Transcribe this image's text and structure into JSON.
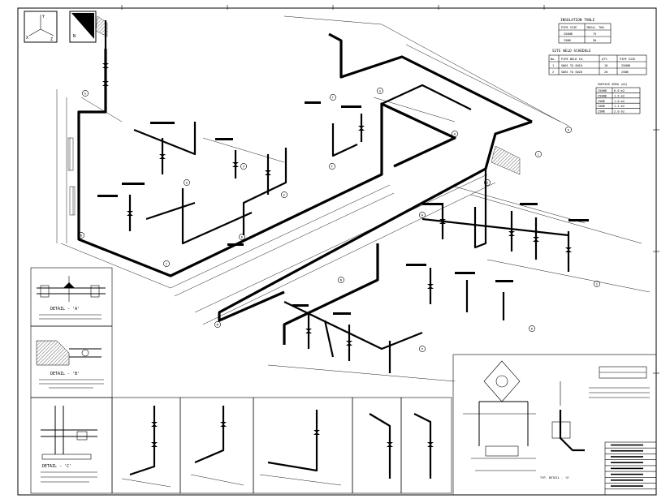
{
  "insulation_table": {
    "title": "INSULATION TABLE",
    "headers": [
      "PIPE SIZE",
      "INSUL. THK."
    ],
    "rows": [
      [
        "250NB",
        "75"
      ],
      [
        "25NB",
        "50"
      ]
    ]
  },
  "field_weld_schedule": {
    "title": "SITE WELD SCHEDULE",
    "headers": [
      "No.",
      "PIPE WELD ID.",
      "QTY.",
      "PIPE SIZE"
    ],
    "rows": [
      [
        "1",
        "SW01 TO SW10",
        "10",
        "250NB"
      ],
      [
        "2",
        "SW01 TO SW20",
        "20",
        "25NB"
      ]
    ]
  },
  "surface_area_table": {
    "title": "SURFACE AREA (m2)",
    "rows": [
      [
        "250NB",
        "6.0 m2"
      ],
      [
        "250NB",
        "1.5 m2"
      ],
      [
        "25NB",
        "1.0 m2"
      ],
      [
        "25NB",
        "1.2 m2"
      ],
      [
        "25NB",
        "2.0 m2"
      ]
    ]
  },
  "north_arrow": {
    "label": "N"
  },
  "axis": {
    "x": "X",
    "y": "Y",
    "z": "Z"
  },
  "details": [
    {
      "id": "detail-a",
      "title": "DETAIL - 'A'"
    },
    {
      "id": "detail-b",
      "title": "DETAIL - 'B'"
    },
    {
      "id": "detail-c",
      "title": "DETAIL - 'C'"
    },
    {
      "id": "detail-d",
      "title": "TYP. DETAIL - 'D'"
    }
  ],
  "balloons": [
    "A",
    "B",
    "C",
    "D",
    "E",
    "F",
    "G",
    "H",
    "J",
    "K",
    "L",
    "M",
    "N",
    "P",
    "R",
    "S",
    "T",
    "U",
    "V",
    "W"
  ],
  "title_block_rows": 9
}
